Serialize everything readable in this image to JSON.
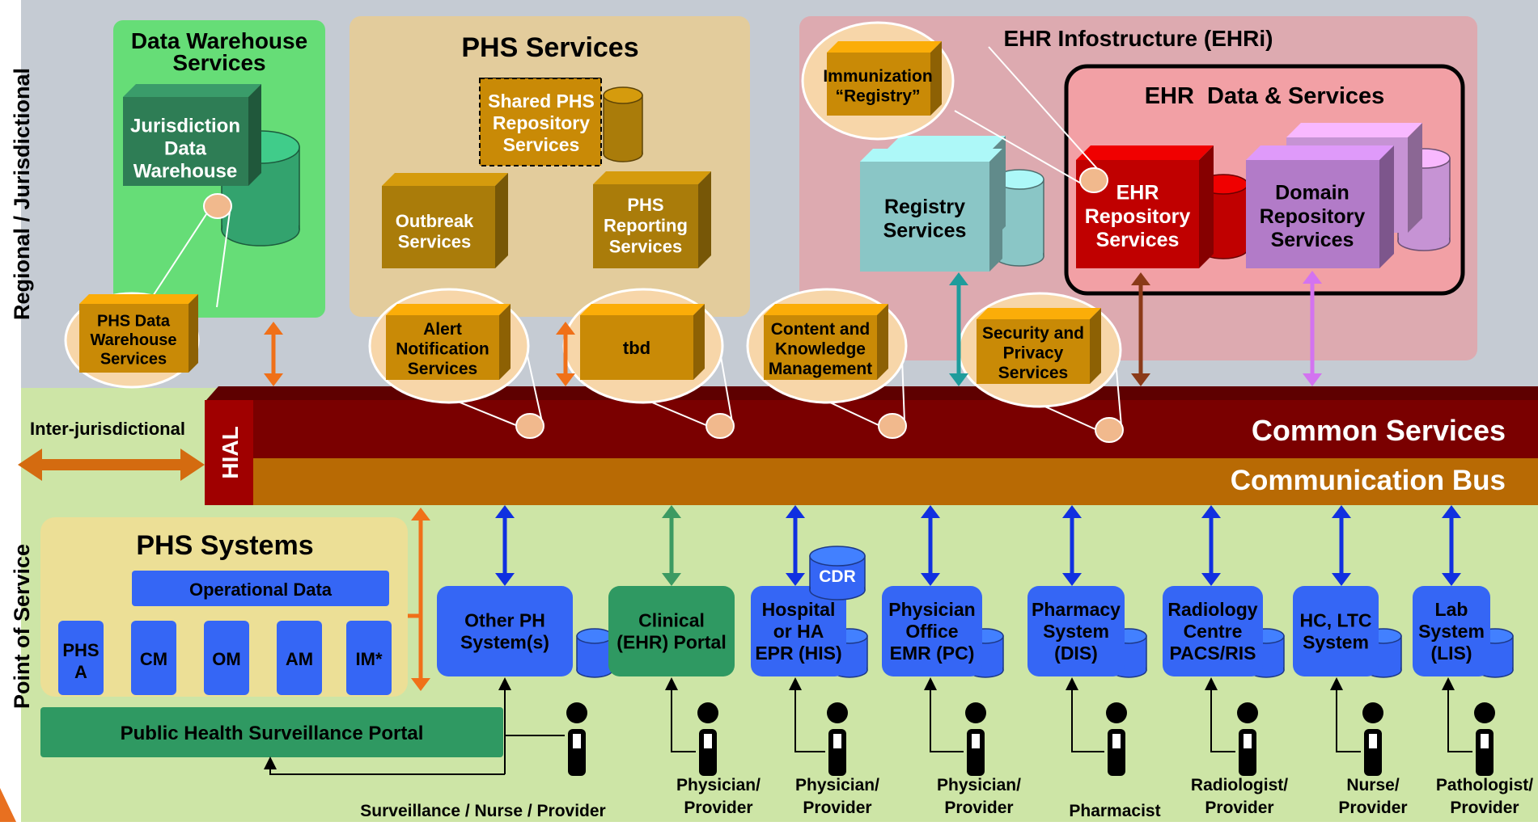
{
  "side_labels": {
    "regional": "Regional / Jurisdictional",
    "point_of_service": "Point of Service",
    "inter_jurisdictional": "Inter-jurisdictional"
  },
  "data_warehouse": {
    "title_line1": "Data Warehouse",
    "title_line2": "Services",
    "cube_lines": [
      "Jurisdiction",
      "Data",
      "Warehouse"
    ],
    "callout_lines": [
      "PHS Data",
      "Warehouse",
      "Services"
    ]
  },
  "phs_services": {
    "title": "PHS Services",
    "shared_lines": [
      "Shared PHS",
      "Repository",
      "Services"
    ],
    "outbreak_lines": [
      "Outbreak",
      "Services"
    ],
    "reporting_lines": [
      "PHS",
      "Reporting",
      "Services"
    ],
    "alert_lines": [
      "Alert",
      "Notification",
      "Services"
    ],
    "tbd": "tbd"
  },
  "ehri": {
    "title": "EHR Infostructure (EHRi)",
    "immunization_lines": [
      "Immunization",
      "“Registry”"
    ],
    "registry_lines": [
      "Registry",
      "Services"
    ],
    "content_lines": [
      "Content and",
      "Knowledge",
      "Management"
    ],
    "security_lines": [
      "Security and",
      "Privacy",
      "Services"
    ],
    "ehr_data_title": "EHR  Data & Services",
    "ehr_repo_lines": [
      "EHR",
      "Repository",
      "Services"
    ],
    "domain_repo_lines": [
      "Domain",
      "Repository",
      "Services"
    ]
  },
  "bus": {
    "hial": "HIAL",
    "common_services": "Common Services",
    "communication_bus": "Communication Bus"
  },
  "phs_systems": {
    "title": "PHS Systems",
    "operational_data": "Operational Data",
    "modules": [
      "PHS\nA",
      "CM",
      "OM",
      "AM",
      "IM*"
    ],
    "portal": "Public Health Surveillance Portal"
  },
  "pos_systems": [
    {
      "lines": [
        "Other PH",
        "System(s)"
      ]
    },
    {
      "lines": [
        "Clinical",
        "(EHR) Portal"
      ]
    },
    {
      "lines": [
        "Hospital",
        "or HA",
        "EPR (HIS)"
      ],
      "extra": "CDR"
    },
    {
      "lines": [
        "Physician",
        "Office",
        "EMR (PC)"
      ]
    },
    {
      "lines": [
        "Pharmacy",
        "System",
        "(DIS)"
      ]
    },
    {
      "lines": [
        "Radiology",
        "Centre",
        "PACS/RIS"
      ]
    },
    {
      "lines": [
        "HC, LTC",
        "System"
      ]
    },
    {
      "lines": [
        "Lab",
        "System",
        "(LIS)"
      ]
    }
  ],
  "users": [
    {
      "lines": [
        "Surveillance / Nurse / Provider"
      ]
    },
    {
      "lines": [
        "Physician/",
        "Provider"
      ]
    },
    {
      "lines": [
        "Physician/",
        "Provider"
      ]
    },
    {
      "lines": [
        "Physician/",
        "Provider"
      ]
    },
    {
      "lines": [
        "Pharmacist"
      ]
    },
    {
      "lines": [
        "Radiologist/",
        "Provider"
      ]
    },
    {
      "lines": [
        "Nurse/",
        "Provider"
      ]
    },
    {
      "lines": [
        "Pathologist/",
        "Provider"
      ]
    }
  ],
  "colors": {
    "regional_bg": "#c5cbd3",
    "pos_bg": "#cde5a6",
    "dw_green": "#66dd77",
    "phs_tan": "#e3cc9c",
    "ehri_pink": "#ddaab0",
    "ehr_box": "#f2a0a5",
    "cube_orange": "#c98a06",
    "cube_olive": "#aa7c0a",
    "common_services": "#7a0000",
    "comm_bus": "#b86a04",
    "pos_blue": "#3566f5",
    "portal_green": "#2f9962",
    "registry_teal": "#8ac6c6",
    "ehr_red": "#c00000",
    "domain_purple": "#b27bc8"
  }
}
